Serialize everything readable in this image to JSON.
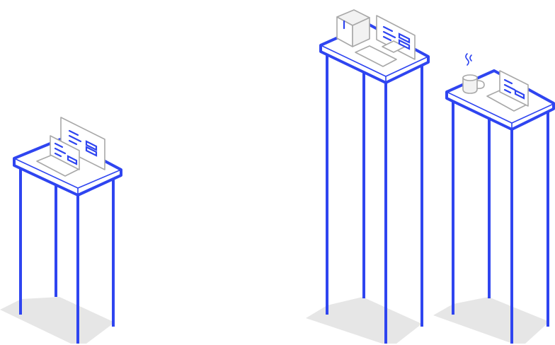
{
  "colors": {
    "accent": "#2f45f0",
    "device_outline": "#a8a8a8",
    "device_fill": "#f2f2f2",
    "shadow": "#e6e6e6",
    "background": "#ffffff"
  },
  "scene": {
    "tables": [
      {
        "name": "short-table",
        "items": [
          "monitor-icon",
          "laptop-icon"
        ]
      },
      {
        "name": "tall-table",
        "items": [
          "computer-tower-icon",
          "monitor-icon",
          "keyboard-icon"
        ]
      },
      {
        "name": "medium-table",
        "items": [
          "coffee-mug-icon",
          "laptop-icon"
        ]
      }
    ]
  }
}
